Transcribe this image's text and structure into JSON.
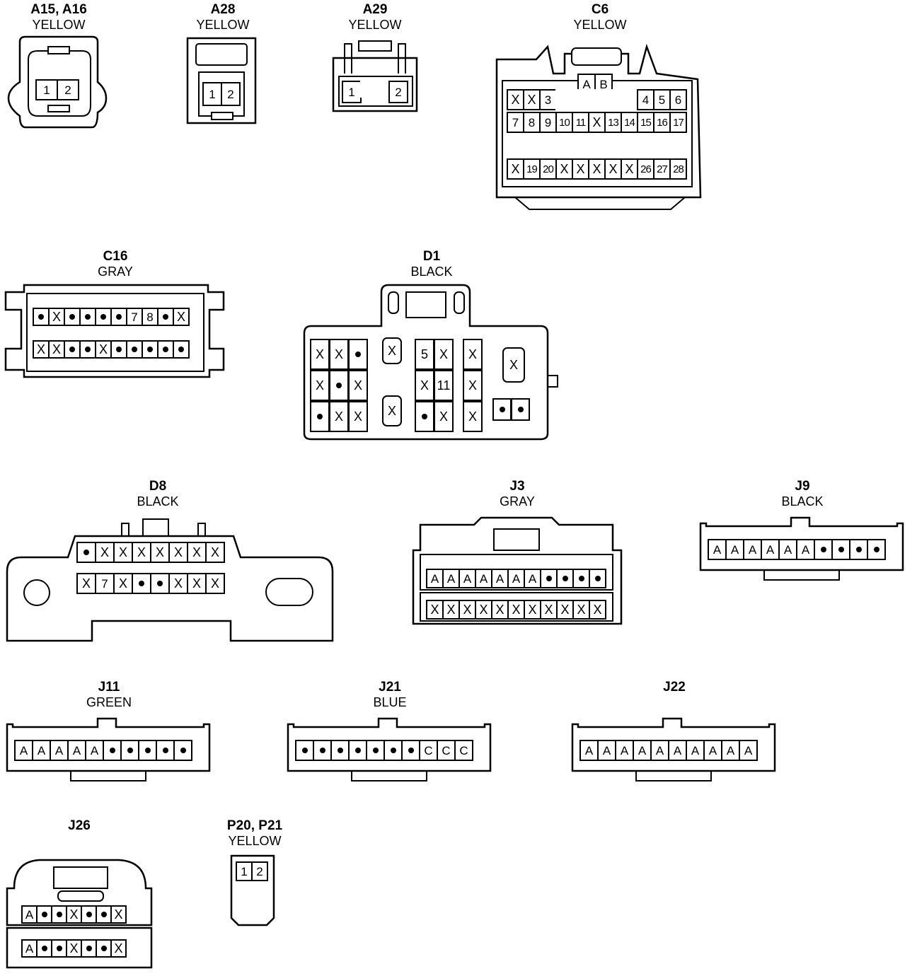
{
  "connectors": {
    "a15": {
      "name": "A15, A16",
      "color": "YELLOW",
      "rows": [
        [
          "1",
          "2"
        ]
      ]
    },
    "a28": {
      "name": "A28",
      "color": "YELLOW",
      "rows": [
        [
          "1",
          "2"
        ]
      ]
    },
    "a29": {
      "name": "A29",
      "color": "YELLOW",
      "rows": [
        [
          "1",
          "",
          "2"
        ]
      ]
    },
    "c6": {
      "name": "C6",
      "color": "YELLOW",
      "top": [
        "A",
        "B"
      ],
      "rows": [
        [
          "X",
          "X",
          "3",
          "",
          "",
          "",
          "",
          "",
          "4",
          "5",
          "6"
        ],
        [
          "7",
          "8",
          "9",
          "10",
          "11",
          "X",
          "13",
          "14",
          "15",
          "16",
          "17"
        ],
        [
          "X",
          "19",
          "20",
          "X",
          "X",
          "X",
          "X",
          "X",
          "26",
          "27",
          "28"
        ]
      ]
    },
    "c16": {
      "name": "C16",
      "color": "GRAY",
      "rows": [
        [
          "•",
          "X",
          "•",
          "•",
          "•",
          "•",
          "7",
          "8",
          "•",
          "X"
        ],
        [
          "X",
          "X",
          "•",
          "•",
          "X",
          "•",
          "•",
          "•",
          "•",
          "•"
        ]
      ]
    },
    "d1": {
      "name": "D1",
      "color": "BLACK",
      "groups": [
        [
          "X",
          "X",
          "•",
          "X",
          "•",
          "X",
          "•",
          "X",
          "X"
        ],
        [
          "X",
          "X"
        ],
        [
          "5",
          "X",
          "X",
          "11",
          "•",
          "X"
        ],
        [
          "X",
          "X",
          "X"
        ],
        [
          "X"
        ],
        [
          "•",
          "•"
        ]
      ]
    },
    "d8": {
      "name": "D8",
      "color": "BLACK",
      "rows": [
        [
          "•",
          "X",
          "X",
          "X",
          "X",
          "X",
          "X",
          "X"
        ],
        [
          "X",
          "7",
          "X",
          "•",
          "•",
          "X",
          "X",
          "X"
        ]
      ]
    },
    "j3": {
      "name": "J3",
      "color": "GRAY",
      "rows": [
        [
          "A",
          "A",
          "A",
          "A",
          "A",
          "A",
          "A",
          "•",
          "•",
          "•",
          "•"
        ],
        [
          "X",
          "X",
          "X",
          "X",
          "X",
          "X",
          "X",
          "X",
          "X",
          "X",
          "X"
        ]
      ]
    },
    "j9": {
      "name": "J9",
      "color": "BLACK",
      "rows": [
        [
          "A",
          "A",
          "A",
          "A",
          "A",
          "A",
          "•",
          "•",
          "•",
          "•"
        ]
      ]
    },
    "j11": {
      "name": "J11",
      "color": "GREEN",
      "rows": [
        [
          "A",
          "A",
          "A",
          "A",
          "A",
          "•",
          "•",
          "•",
          "•",
          "•"
        ]
      ]
    },
    "j21": {
      "name": "J21",
      "color": "BLUE",
      "rows": [
        [
          "•",
          "•",
          "•",
          "•",
          "•",
          "•",
          "•",
          "C",
          "C",
          "C"
        ]
      ]
    },
    "j22": {
      "name": "J22",
      "color": "",
      "rows": [
        [
          "A",
          "A",
          "A",
          "A",
          "A",
          "A",
          "A",
          "A",
          "A",
          "A"
        ]
      ]
    },
    "j26": {
      "name": "J26",
      "color": "",
      "rows": [
        [
          "A",
          "•",
          "•",
          "X",
          "•",
          "•",
          "X"
        ],
        [
          "A",
          "•",
          "•",
          "X",
          "•",
          "•",
          "X"
        ]
      ]
    },
    "p20": {
      "name": "P20, P21",
      "color": "YELLOW",
      "rows": [
        [
          "1",
          "2"
        ]
      ]
    }
  }
}
